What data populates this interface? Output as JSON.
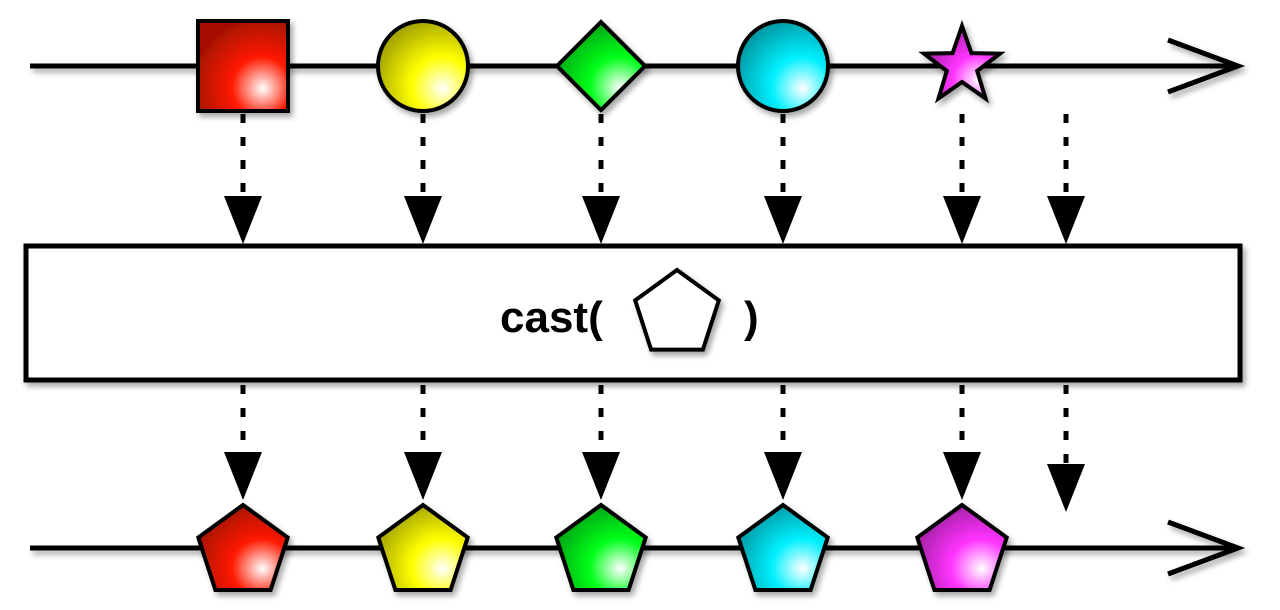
{
  "operator": {
    "name": "cast(",
    "close": ")",
    "argument_shape": "pentagon",
    "argument_color": "#ffffff"
  },
  "input_stream": {
    "items": [
      {
        "shape": "square",
        "color": "#ff1a00"
      },
      {
        "shape": "circle",
        "color": "#ffff00"
      },
      {
        "shape": "diamond",
        "color": "#00ff1a"
      },
      {
        "shape": "circle",
        "color": "#00f0ff"
      },
      {
        "shape": "star",
        "color": "#ff33ff"
      }
    ],
    "completed": true
  },
  "output_stream": {
    "items": [
      {
        "shape": "pentagon",
        "color": "#ff1a00"
      },
      {
        "shape": "pentagon",
        "color": "#ffff00"
      },
      {
        "shape": "pentagon",
        "color": "#00ff1a"
      },
      {
        "shape": "pentagon",
        "color": "#00f0ff"
      },
      {
        "shape": "pentagon",
        "color": "#ff33ff"
      }
    ],
    "completed": true
  }
}
